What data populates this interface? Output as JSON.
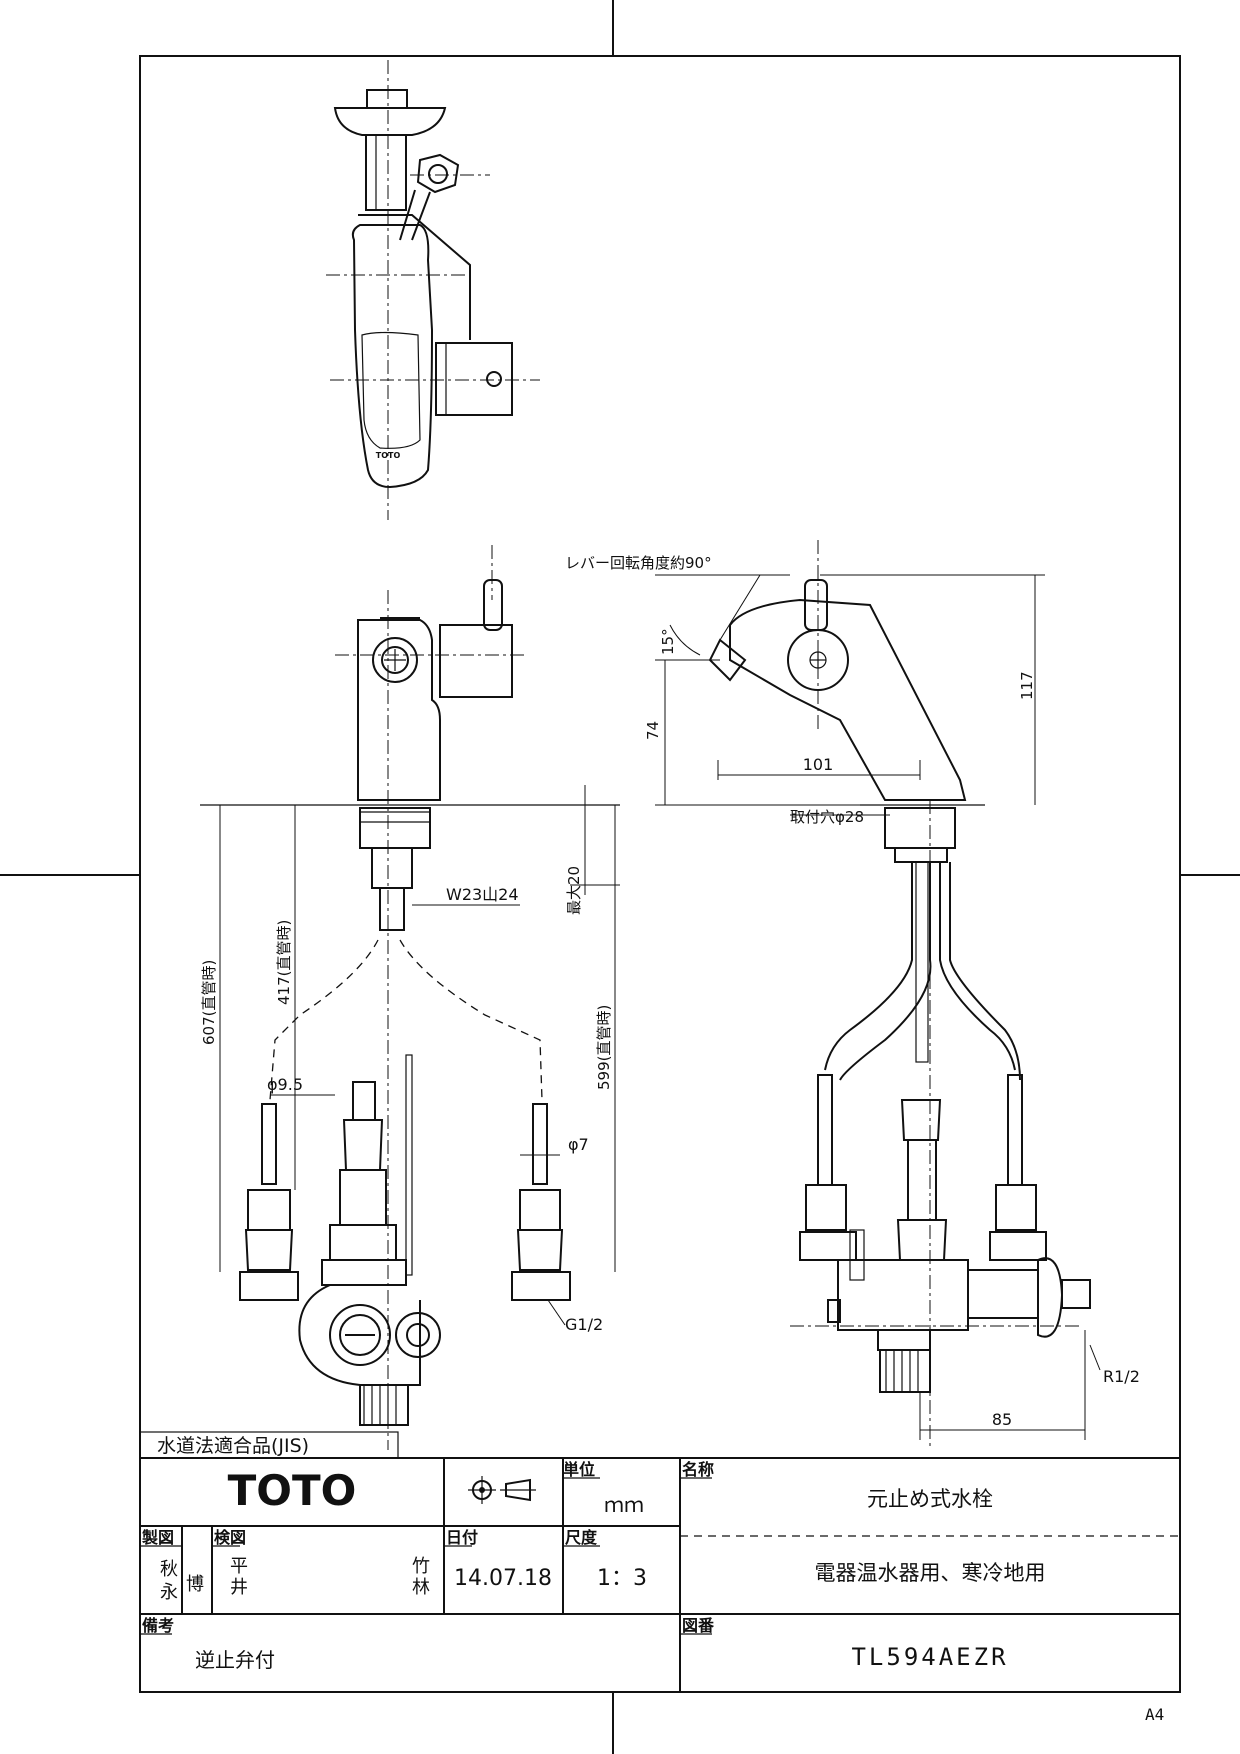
{
  "drawing": {
    "front_view": {
      "dim_607": "607(直管時)",
      "dim_417": "417(直管時)",
      "dim_599": "599(直管時)",
      "dim_max20": "最大20",
      "dim_thread": "W23山24",
      "dim_pipe_a": "φ9.5",
      "dim_pipe_b": "φ7",
      "dim_g": "G1/2"
    },
    "side_view": {
      "lever_note": "レバー回転角度約90°",
      "dim_15": "15°",
      "dim_74": "74",
      "dim_117": "117",
      "dim_101": "101",
      "mount_hole": "取付穴φ28",
      "dim_85": "85",
      "dim_r": "R1/2"
    },
    "top_logo_mark": "TOTO",
    "jis_label": "水道法適合品(JIS)",
    "paper_size": "A4"
  },
  "title_block": {
    "brand": "TOTO",
    "unit_label": "単位",
    "unit_value": "ｍｍ",
    "name_label": "名称",
    "product_name": "元止め式水栓",
    "drafter_label": "製図",
    "drafter_names": [
      "秋",
      "永",
      "博"
    ],
    "checker_label": "検図",
    "checker_names": [
      "平",
      "井",
      "竹",
      "林"
    ],
    "date_label": "日付",
    "date_value": "14.07.18",
    "scale_label": "尺度",
    "scale_value": "1：3",
    "usage": "電器温水器用、寒冷地用",
    "remarks_label": "備考",
    "remarks_value": "逆止弁付",
    "drawing_no_label": "図番",
    "drawing_no": "TL594AEZR"
  }
}
